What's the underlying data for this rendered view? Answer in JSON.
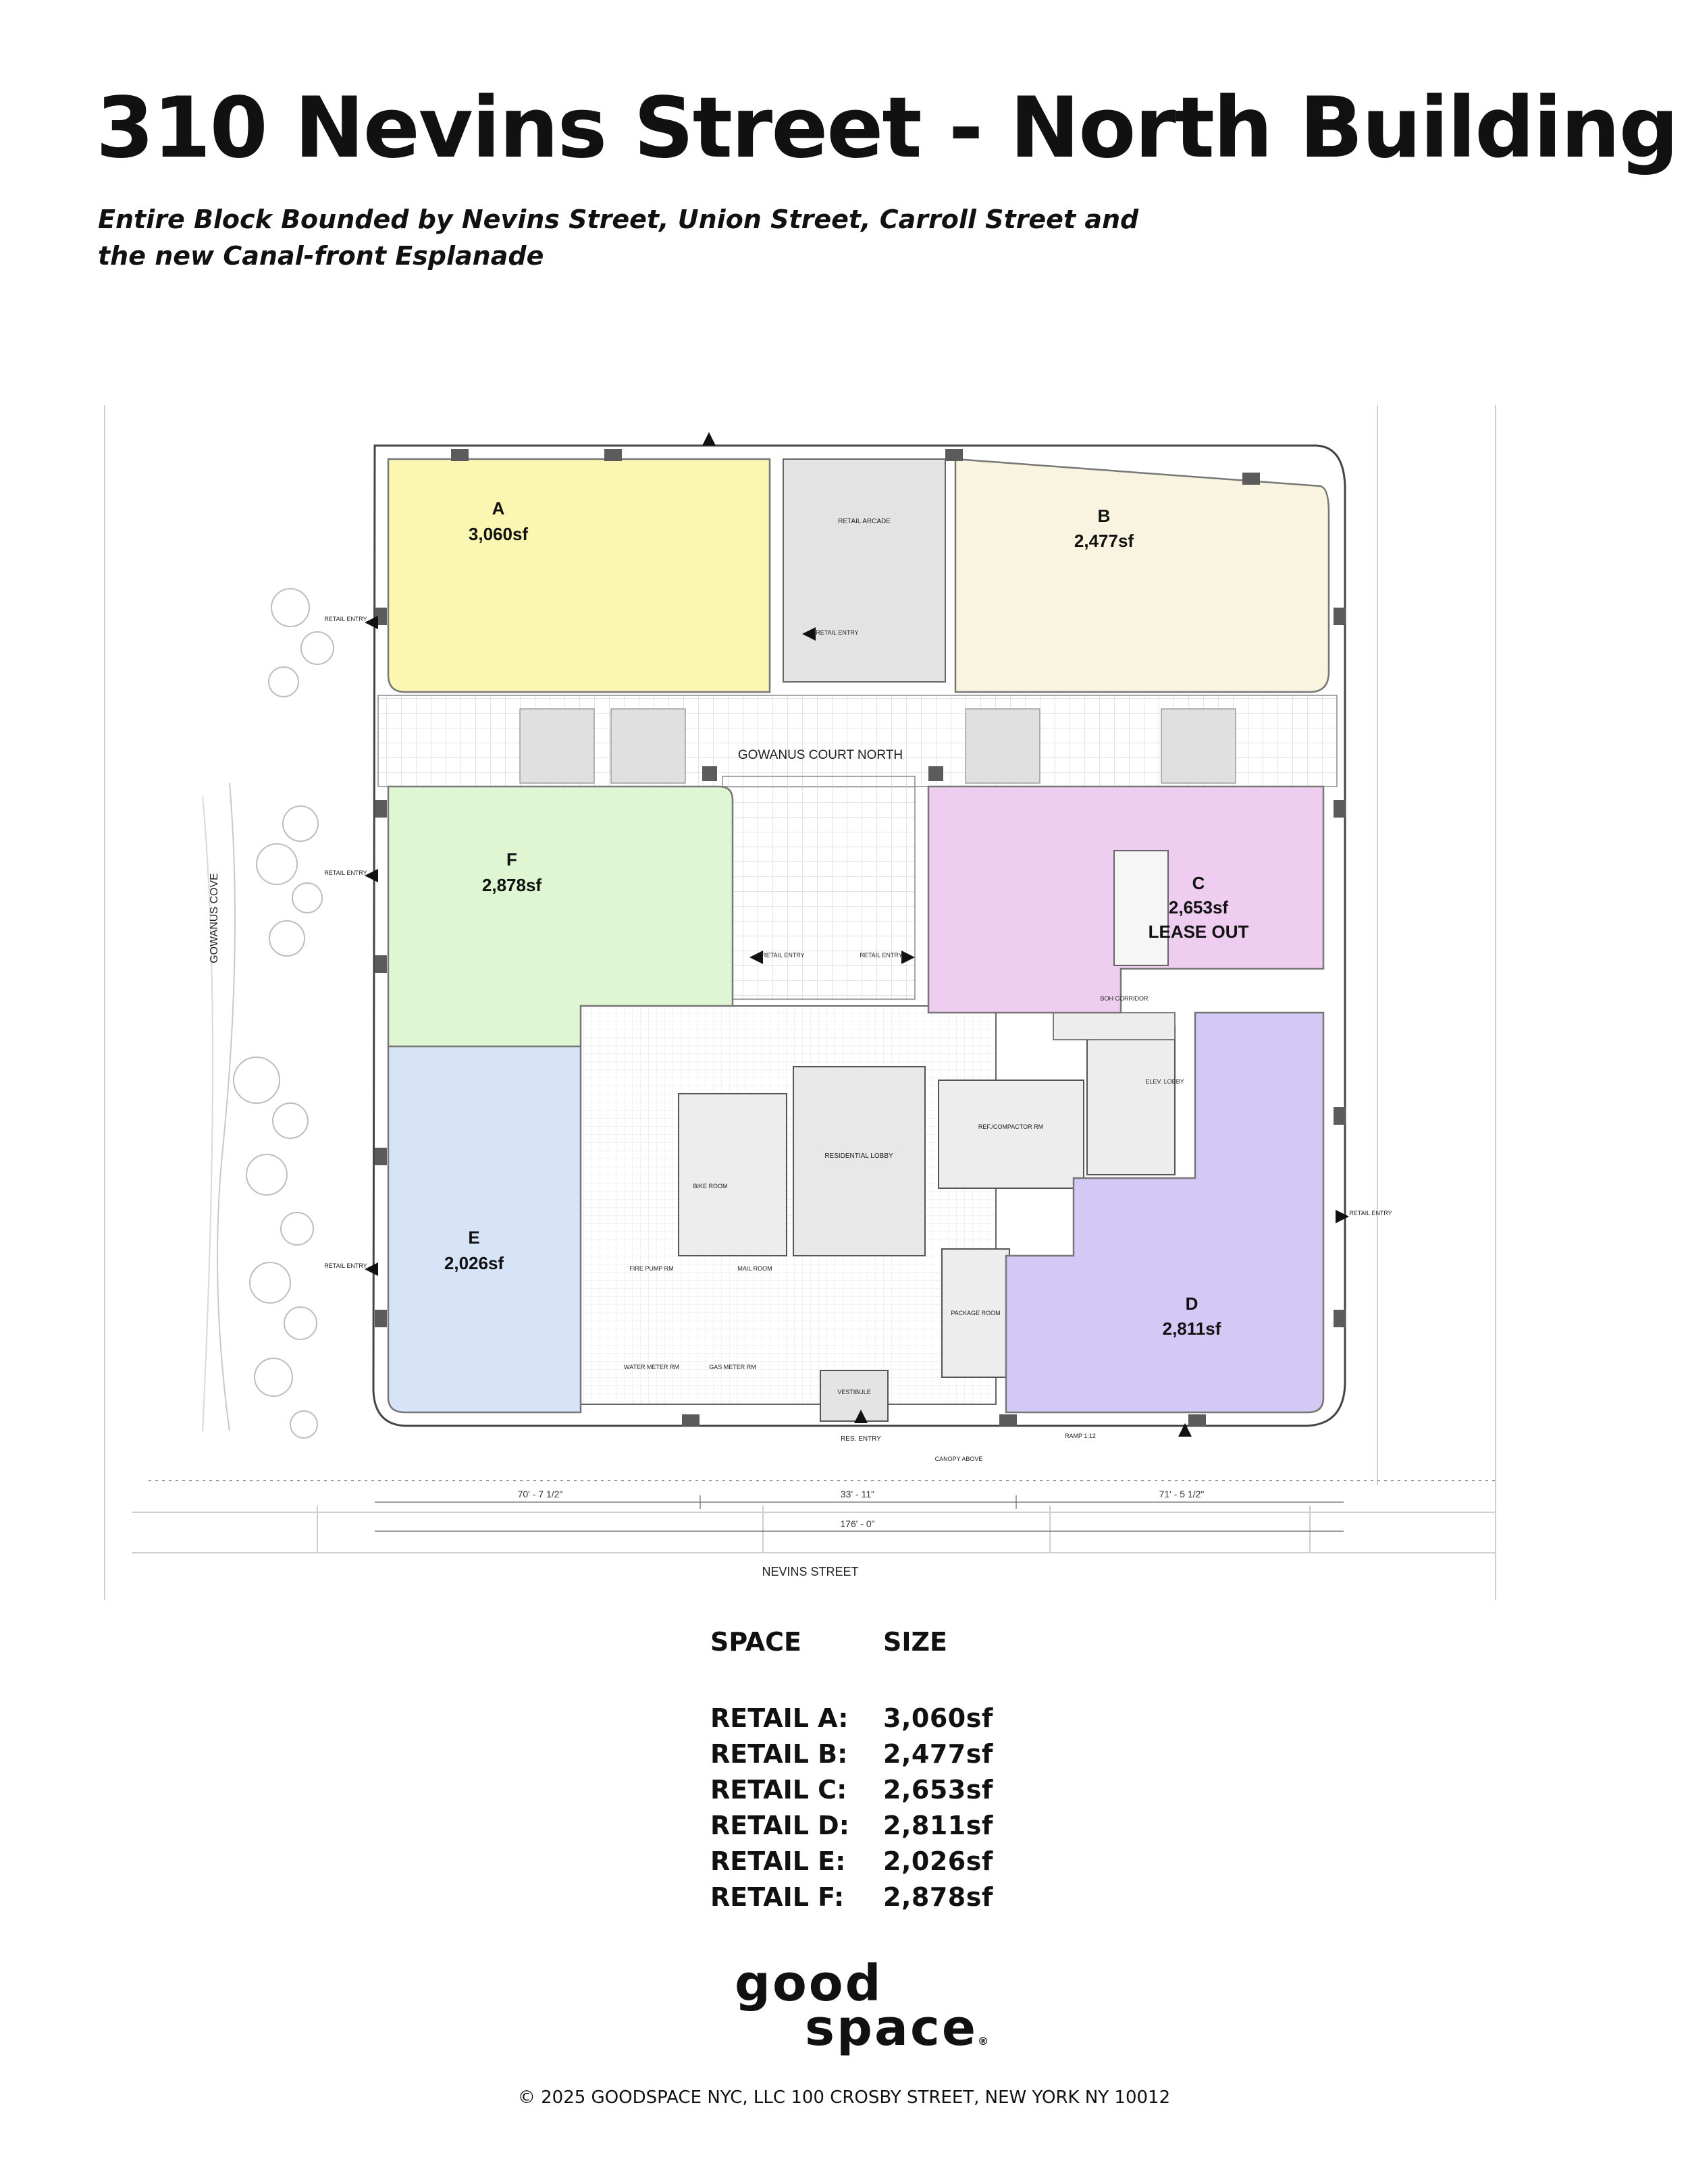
{
  "header": {
    "title": "310 Nevins Street - North Building",
    "subtitle_line1": "Entire Block Bounded by Nevins Street, Union Street, Carroll Street and",
    "subtitle_line2": "the new Canal-front Esplanade"
  },
  "plan": {
    "units": [
      {
        "letter": "A",
        "size": "3,060sf",
        "note": "",
        "color": "#fbf6b1"
      },
      {
        "letter": "B",
        "size": "2,477sf",
        "note": "",
        "color": "#f8f4df"
      },
      {
        "letter": "C",
        "size": "2,653sf",
        "note": "LEASE OUT",
        "color": "#efcdf0"
      },
      {
        "letter": "D",
        "size": "2,811sf",
        "note": "",
        "color": "#d4c8f5"
      },
      {
        "letter": "E",
        "size": "2,026sf",
        "note": "",
        "color": "#d7e3f6"
      },
      {
        "letter": "F",
        "size": "2,878sf",
        "note": "",
        "color": "#dff6d3"
      }
    ],
    "labels": {
      "court": "GOWANUS COURT NORTH",
      "street": "NEVINS STREET",
      "cove": "GOWANUS COVE",
      "retail_entry": "RETAIL ENTRY",
      "res_entry": "RES. ENTRY",
      "retail_arcade": "RETAIL ARCADE",
      "residential_lobby": "RESIDENTIAL LOBBY",
      "bike_room": "BIKE ROOM",
      "mail_room": "MAIL ROOM",
      "package_room": "PACKAGE ROOM",
      "vestibule": "VESTIBULE",
      "elev_lobby": "ELEV. LOBBY",
      "boh_corridor": "BOH CORRIDOR",
      "ref_compactor": "REF./COMPACTOR RM",
      "fire_pump": "FIRE PUMP RM",
      "water_meter": "WATER METER RM",
      "gas_meter": "GAS METER RM",
      "canopy": "CANOPY ABOVE",
      "ramp": "RAMP 1:12",
      "dim_left": "70' - 7 1/2\"",
      "dim_mid": "33' - 11\"",
      "dim_right": "71' - 5 1/2\"",
      "dim_total": "176' - 0\""
    },
    "colors": {
      "A": "#fbf6b1",
      "B": "#f8f4df",
      "C": "#efcdf0",
      "D": "#d4c8f5",
      "E": "#d7e3f6",
      "F": "#dff6d3"
    }
  },
  "table": {
    "col_space": "SPACE",
    "col_size": "SIZE",
    "rows": [
      {
        "space": "RETAIL A:",
        "size": "3,060sf"
      },
      {
        "space": "RETAIL B:",
        "size": "2,477sf"
      },
      {
        "space": "RETAIL C:",
        "size": "2,653sf"
      },
      {
        "space": "RETAIL D:",
        "size": "2,811sf"
      },
      {
        "space": "RETAIL E:",
        "size": "2,026sf"
      },
      {
        "space": "RETAIL F:",
        "size": "2,878sf"
      }
    ]
  },
  "logo": {
    "line1": "good",
    "line2": "space",
    "mark": "®"
  },
  "footer": {
    "text": "© 2025 GOODSPACE NYC, LLC  100 CROSBY STREET, NEW YORK NY 10012"
  }
}
